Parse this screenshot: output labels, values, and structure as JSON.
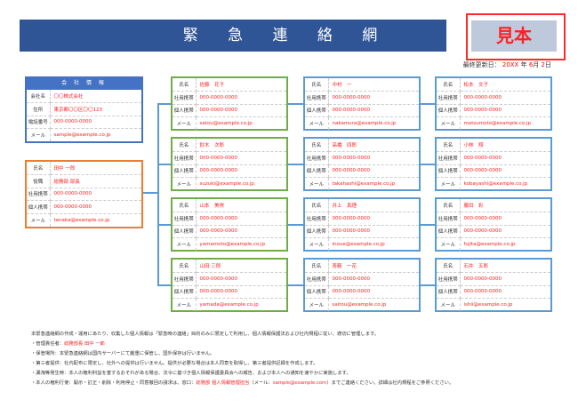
{
  "title": "緊 急 連 絡 網",
  "stamp": "見本",
  "updated": {
    "label": "最終更新日：",
    "year": "20XX",
    "nen": "年",
    "month": "6",
    "tsuki": "月",
    "day": "2",
    "hi": "日"
  },
  "company": {
    "header": "会 社 情 報",
    "rows": [
      [
        "会社名",
        "〇〇株式会社"
      ],
      [
        "住所",
        "東京都〇〇区〇〇123"
      ],
      [
        "電話番号",
        "000-0000-0000"
      ],
      [
        "メール",
        "sample@example.co.jp"
      ]
    ]
  },
  "leader": {
    "rows": [
      [
        "氏名",
        "田中 一郎"
      ],
      [
        "役職",
        "総務部 部長"
      ],
      [
        "社用携帯",
        "000-0000-0000"
      ],
      [
        "個人携帯",
        "000-0000-0000"
      ],
      [
        "メール",
        "tanaka@example.co.jp"
      ]
    ]
  },
  "labels": [
    "氏名",
    "社用携帯",
    "個人携帯",
    "メール"
  ],
  "members": [
    [
      {
        "name": "佐藤　花子",
        "work": "000-0000-0000",
        "mobile": "000-0000-0000",
        "email": "satou@example.co.jp"
      },
      {
        "name": "中村　一",
        "work": "000-0000-0000",
        "mobile": "000-0000-0000",
        "email": "nakamura@example.co.jp"
      },
      {
        "name": "松本　文子",
        "work": "000-0000-0000",
        "mobile": "000-0000-0000",
        "email": "matsumoto@example.co.jp"
      }
    ],
    [
      {
        "name": "鈴木　次郎",
        "work": "000-0000-0000",
        "mobile": "000-0000-0000",
        "email": "suzuki@example.co.jp"
      },
      {
        "name": "高橋　四郎",
        "work": "000-0000-0000",
        "mobile": "000-0000-0000",
        "email": "takahashi@example.co.jp"
      },
      {
        "name": "小林　翔",
        "work": "000-0000-0000",
        "mobile": "000-0000-0000",
        "email": "kobayashi@example.co.jp"
      }
    ],
    [
      {
        "name": "山本　美咲",
        "work": "000-0000-0000",
        "mobile": "000-0000-0000",
        "email": "yamamoto@example.co.jp"
      },
      {
        "name": "井上　真理",
        "work": "000-0000-0000",
        "mobile": "000-0000-0000",
        "email": "inoue@example.co.jp"
      },
      {
        "name": "藤田　彩",
        "work": "000-0000-0000",
        "mobile": "000-0000-0000",
        "email": "fujita@example.co.jp"
      }
    ],
    [
      {
        "name": "山田 三郎",
        "work": "000-0000-0000",
        "mobile": "000-0000-0000",
        "email": "yamada@example.co.jp"
      },
      {
        "name": "斎藤　一花",
        "work": "000-0000-0000",
        "mobile": "000-0000-0000",
        "email": "saitou@example.co.jp"
      },
      {
        "name": "石井　五郎",
        "work": "000-0000-0000",
        "mobile": "000-0000-0000",
        "email": "ishii@example.co.jp"
      }
    ]
  ],
  "notes": {
    "intro": "本緊急連絡網の作成・運用にあたり、収集した個人情報は「緊急時の連絡」目的のみに限定して利用し、個人情報保護法および社内規程に従い、適切に管理します。",
    "manager_label": "・管理責任者：",
    "manager": "総務部長 田中 一郎",
    "storage": "・保管場所：本緊急連絡網は国内サーバーにて厳重に保管し、国外保存は行いません。",
    "third": "・第三者提供：社内配布に限定し、社外への提供は行いません。提供が必要な場合は本人同意を取得し、第三者提供記録を作成します。",
    "leak": "・漏洩等発生時：本人の権利利益を害するおそれがある場合、法令に基づき個人情報保護委員会への報告、および本人への通知を速やかに実施します。",
    "rights_a": "・本人の権利行使：開示・訂正・削除・利用停止・同意撤回の請求は、窓口：",
    "rights_contact": "総務部 個人情報管理担当",
    "rights_b": "（メール：",
    "rights_email": "sample@example.com",
    "rights_c": "）までご連絡ください。詳細は社内規程をご参照ください。"
  },
  "colors": {
    "header": "#2f5597",
    "company": "#4472c4",
    "leader": "#ed7d31",
    "group1": "#70ad47",
    "group23": "#5b9bd5",
    "value": "#ff2020"
  }
}
